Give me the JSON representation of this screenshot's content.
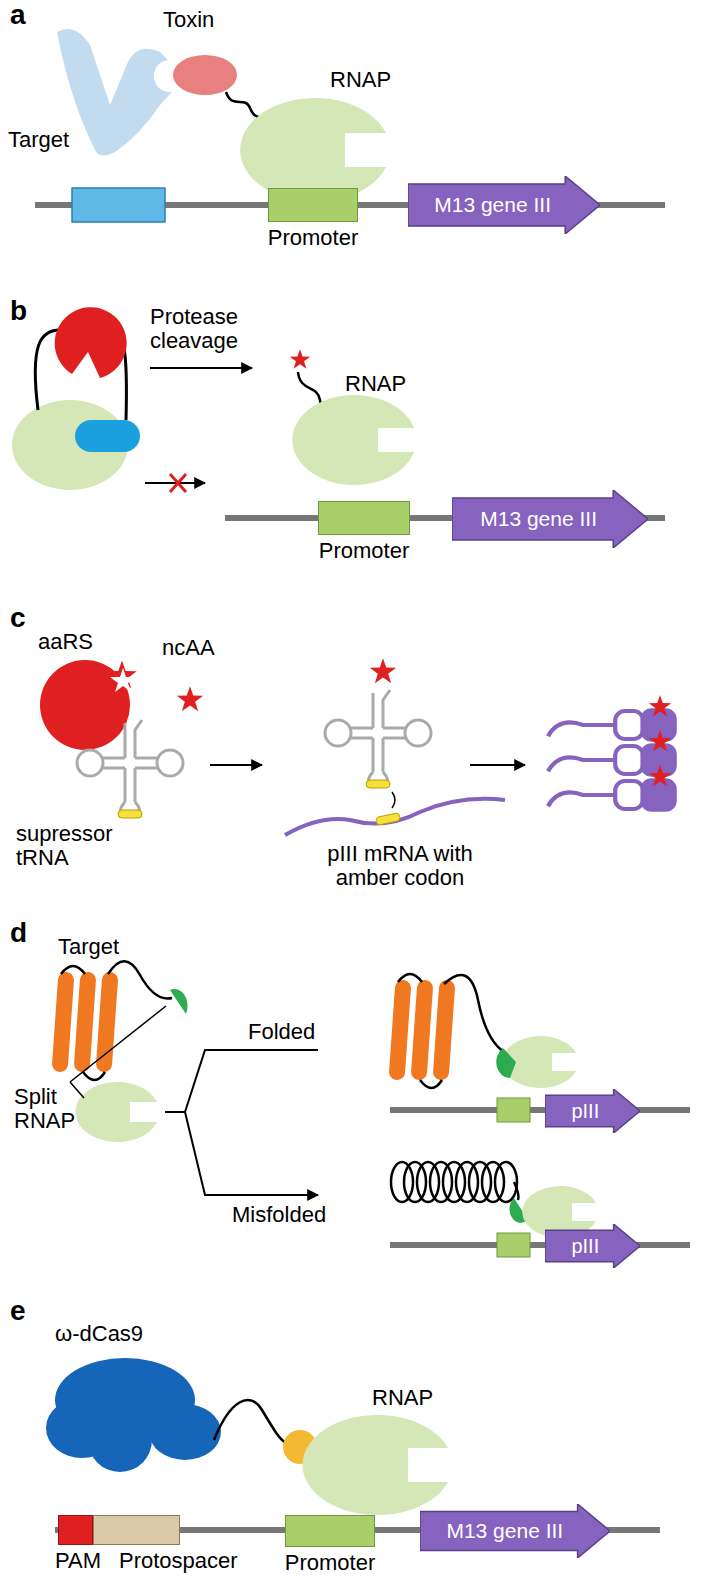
{
  "diagram": {
    "nodes": [
      {
        "text": [
          "Promoter"
        ]
      },
      {
        "text": [
          "M13 gene III"
        ]
      },
      {
        "text": [
          "Promoter"
        ]
      },
      {
        "text": [
          "M13 gene III"
        ]
      },
      {
        "text": [
          "pIII"
        ]
      },
      {
        "text": [
          "pIII"
        ]
      },
      {
        "text": [
          "PAM"
        ]
      },
      {
        "text": [
          "Protospacer"
        ]
      },
      {
        "text": [
          "Promoter"
        ]
      },
      {
        "text": [
          "M13 gene III"
        ]
      }
    ],
    "labels": [
      "a",
      "Toxin",
      "Target",
      "RNAP",
      "b",
      "Protease cleavage",
      "RNAP",
      "c",
      "aaRS",
      "ncAA",
      "supressor tRNA",
      "pIII mRNA with amber codon",
      "d",
      "Target",
      "Split RNAP",
      "Folded",
      "Misfolded",
      "e",
      "ω-dCas9",
      "RNAP"
    ]
  }
}
